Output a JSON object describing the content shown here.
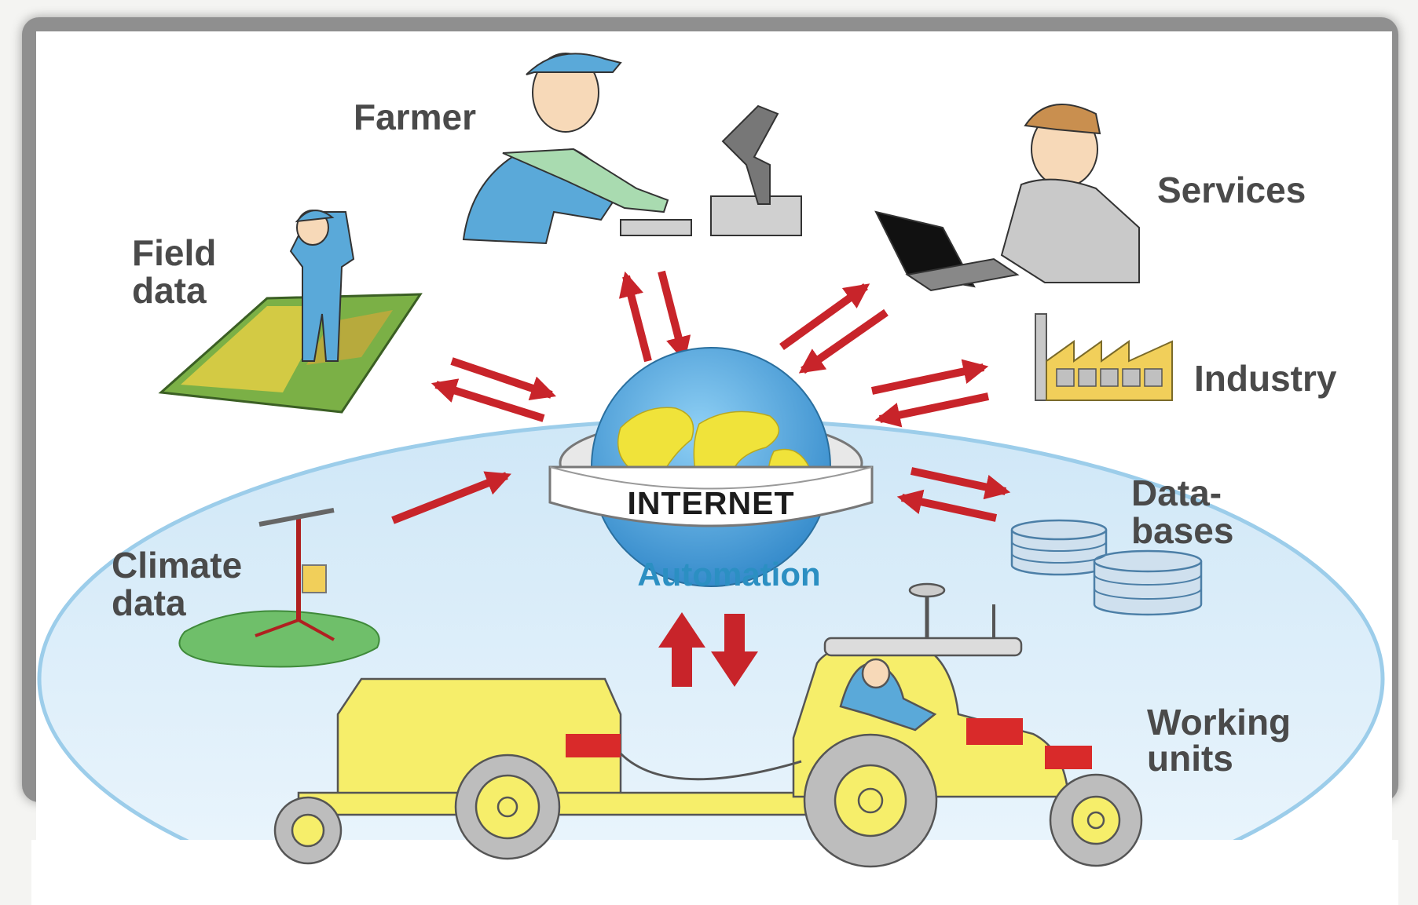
{
  "hub": {
    "internet": "INTERNET",
    "automation": "Automation"
  },
  "nodes": {
    "farmer": "Farmer",
    "services": "Services",
    "field_data_1": "Field",
    "field_data_2": "data",
    "industry": "Industry",
    "databases_1": "Data-",
    "databases_2": "bases",
    "climate_data_1": "Climate",
    "climate_data_2": "data",
    "working_units_1": "Working",
    "working_units_2": "units"
  },
  "colors": {
    "arrow": "#c8242a",
    "globe_ocean": "#4aa3dc",
    "land": "#f0e33a",
    "tractor": "#f6ee6a",
    "automation_zone": "#e3f1fb",
    "label": "#4a4a4a",
    "automation_text": "#2b8fc2"
  },
  "icons": [
    "farmer-computer-icon",
    "services-laptop-icon",
    "field-worker-icon",
    "factory-icon",
    "database-stack-icon",
    "weather-station-icon",
    "tractor-icon",
    "globe-icon"
  ]
}
